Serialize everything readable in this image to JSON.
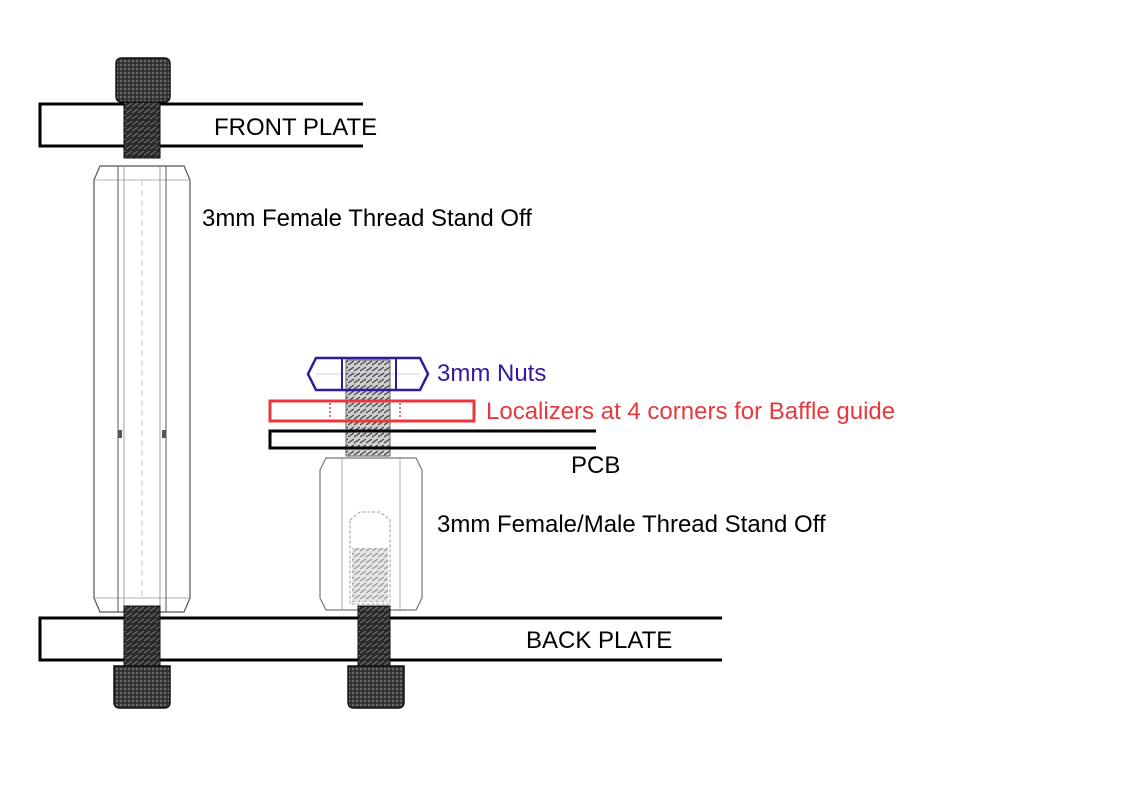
{
  "labels": {
    "front_plate": "FRONT PLATE",
    "female_standoff": "3mm Female Thread Stand Off",
    "nuts": "3mm Nuts",
    "localizers": "Localizers at 4 corners for Baffle guide",
    "pcb": "PCB",
    "female_male_standoff": "3mm Female/Male Thread Stand Off",
    "back_plate": "BACK PLATE"
  },
  "colors": {
    "outline": "#000000",
    "nuts": "#33199e",
    "localizers": "#e8383d",
    "screw": "#2a2a2a"
  },
  "icons": [
    "socket-head-screw-icon",
    "hex-nut-icon",
    "threaded-rod-icon"
  ]
}
